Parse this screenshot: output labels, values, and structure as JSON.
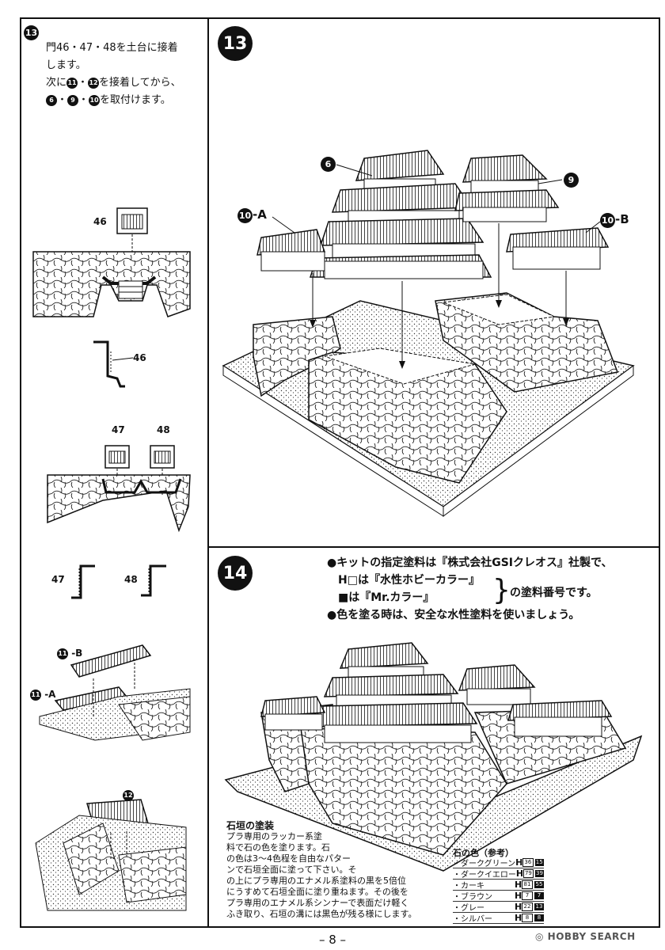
{
  "step13": {
    "badge": "13",
    "line1": "門46・47・48を土台に接着",
    "line2": "します。",
    "line3_pre": "次に",
    "line3_c1": "11",
    "line3_mid": "・",
    "line3_c2": "12",
    "line3_post": "を接着してから、",
    "line4_c1": "6",
    "line4_s1": "・",
    "line4_c2": "9",
    "line4_s2": "・",
    "line4_c3": "10",
    "line4_post": "を取付けます。",
    "part_labels": {
      "p46a": "46",
      "p46b": "46",
      "p47a": "47",
      "p48a": "48",
      "p47b": "47",
      "p48b": "48",
      "p11b_num": "11",
      "p11b_suffix": "-B",
      "p11a_num": "11",
      "p11a_suffix": "-A",
      "p12_num": "12"
    },
    "big_badge": "13",
    "castle_labels": {
      "l6": "6",
      "l9": "9",
      "l10a_num": "10",
      "l10a_suffix": "-A",
      "l10b_num": "10",
      "l10b_suffix": "-B"
    }
  },
  "step14": {
    "badge": "14",
    "note1": "●キットの指定塗料は『株式会社GSIクレオス』社製で、",
    "note2": "H□は『水性ホビーカラー』",
    "note3": "■は『Mr.カラー』",
    "note_brace_text": "の塗料番号です。",
    "note4": "●色を塗る時は、安全な水性塗料を使いましょう。",
    "stone_heading": "石垣の塗装",
    "stone_body": [
      "プラ専用のラッカー系塗",
      "料で石の色を塗ります。石",
      "の色は3〜4色程を自由なパター",
      "ンで石垣全面に塗って下さい。そ",
      "の上にプラ専用のエナメル系塗料の黒を5倍位",
      "にうすめて石垣全面に塗り重ねます。その後を",
      "プラ専用のエナメル系シンナーで表面だけ軽く",
      "ふき取り、石垣の溝には黒色が残る様にします。"
    ],
    "color_table_title": "石の色（参考）",
    "color_rows": [
      {
        "name": "・ダークグリーン",
        "h": "H",
        "h_num": "36",
        "mr_num": "15"
      },
      {
        "name": "・ダークイエロー",
        "h": "H",
        "h_num": "79",
        "mr_num": "39"
      },
      {
        "name": "・カーキ",
        "h": "H",
        "h_num": "81",
        "mr_num": "55"
      },
      {
        "name": "・ブラウン",
        "h": "H",
        "h_num": "7",
        "mr_num": "7"
      },
      {
        "name": "・グレー",
        "h": "H",
        "h_num": "22",
        "mr_num": "13"
      },
      {
        "name": "・シルバー",
        "h": "H",
        "h_num": "8",
        "mr_num": "8"
      }
    ]
  },
  "page_number": "– 8 –",
  "watermark": "HOBBY SEARCH"
}
